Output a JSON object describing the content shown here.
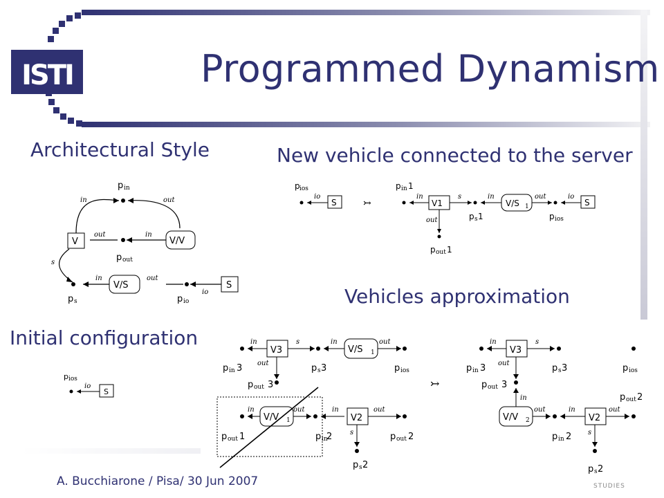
{
  "slide": {
    "title": "Programmed Dynamism",
    "footer": "A. Bucchiarone / Pisa/ 30 Jun 2007",
    "footer_right": "STUDIES"
  },
  "sections": {
    "architectural_style": "Architectural Style",
    "initial_configuration": "Initial configuration",
    "new_vehicle": "New vehicle connected to the server",
    "vehicles_approximation": "Vehicles approximation"
  },
  "logo": {
    "text": "ISTI"
  },
  "colors": {
    "title": "#2f3172",
    "bar": "#2f3172",
    "logo_bg": "#2f3172"
  },
  "diagram": {
    "nodes": {
      "V": "V",
      "VV": "V/V",
      "VS": "V/S",
      "S": "S",
      "V1": "V1",
      "VS1": "V/S",
      "V2": "V2",
      "V3": "V3",
      "VV1": "V/V",
      "VV2": "V/V"
    },
    "ports": {
      "p": "p",
      "in": "in",
      "out": "out",
      "s": "s",
      "io": "io",
      "one": "1",
      "two": "2",
      "three": "3",
      "ios": "ios"
    },
    "arrows": {
      "in": "in",
      "out": "out",
      "s": "s",
      "io": "io"
    },
    "rewrite_symbol": "↣"
  }
}
